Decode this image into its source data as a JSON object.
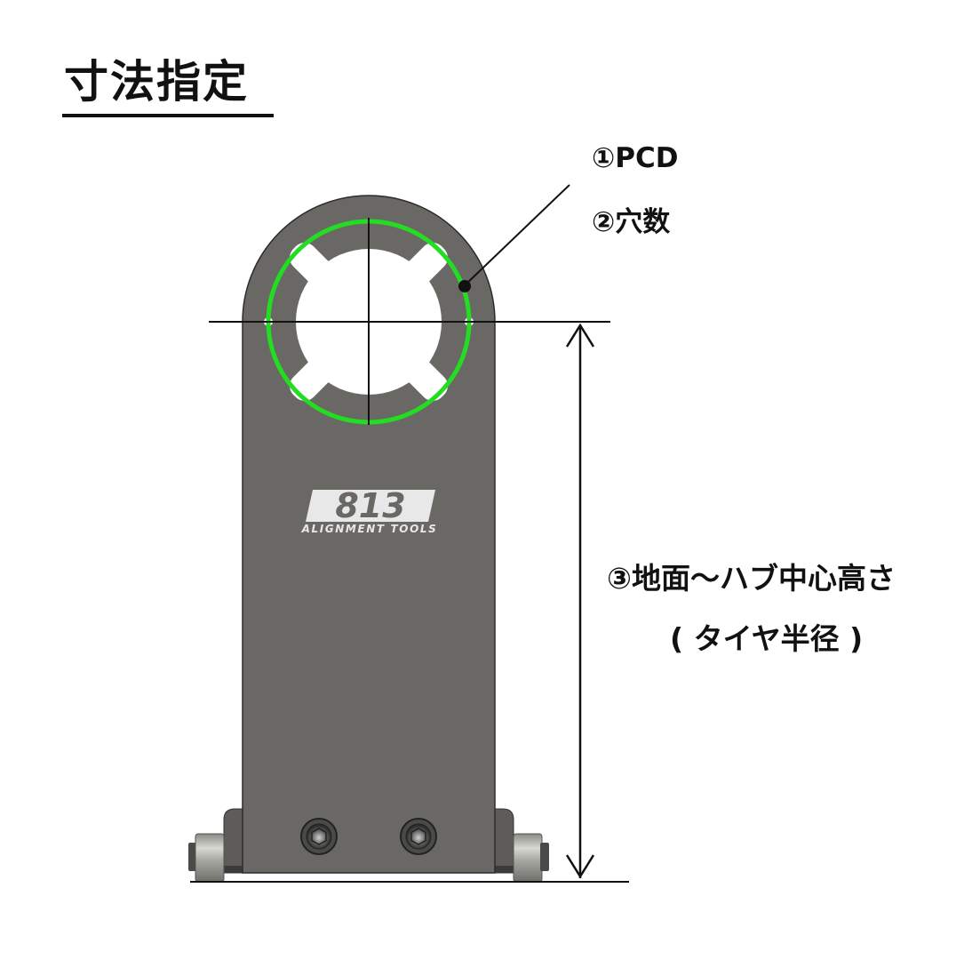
{
  "title": "寸法指定",
  "labels": {
    "pcd": "①PCD",
    "hole_count": "②穴数",
    "hub_height": "③地面～ハブ中心高さ",
    "tire_radius": "( タイヤ半径 )"
  },
  "logo": {
    "number": "813",
    "subtitle": "ALIGNMENT TOOLS"
  },
  "colors": {
    "plate": "#6a6864",
    "pcd_circle": "#22dd22",
    "lines": "#111111",
    "logo": "#e8e8e8"
  }
}
